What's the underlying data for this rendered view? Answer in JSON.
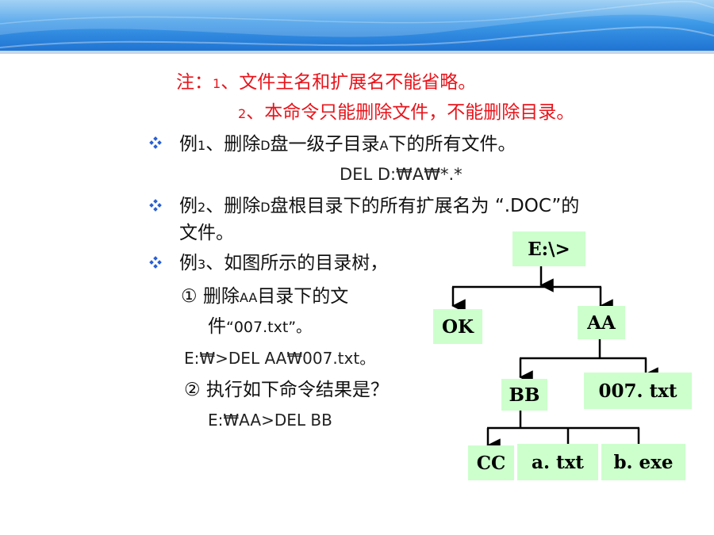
{
  "note": {
    "label": "注：",
    "line1_num": "1",
    "line1_text": "、文件主名和扩展名不能省略。",
    "line2_num": "2",
    "line2_text": "、本命令只能删除文件，不能删除目录。"
  },
  "ex1": {
    "pre": "例",
    "num": "1",
    "t1": "、删除",
    "drive": "D",
    "t2": "盘一级子目录",
    "dir": "A",
    "t3": "下的所有文件。",
    "cmd": "DEL D:₩A₩*.*"
  },
  "ex2": {
    "pre": "例",
    "num": "2",
    "t1": "、删除",
    "drive": "D",
    "t2": "盘根目录下的所有扩展名为 “.DOC”的",
    "t3": "文件。"
  },
  "ex3": {
    "pre": "例",
    "num": "3",
    "t1": "、如图所示的目录树，",
    "q1_a": "① 删除",
    "q1_dir": "AA",
    "q1_b": "目录下的文",
    "q1_c": "件",
    "q1_d": "“007.txt”。",
    "cmd1": "E:₩>DEL   AA₩007.txt。",
    "q2": "② 执行如下命令结果是？",
    "cmd2": "E:₩AA>DEL  BB"
  },
  "tree": {
    "root": "E:\\>",
    "ok": "OK",
    "aa": "AA",
    "bb": "BB",
    "f007": "007. txt",
    "cc": "CC",
    "atxt": "a. txt",
    "bexe": "b. exe"
  },
  "colors": {
    "note_red": "#e8141b",
    "node_green": "#ccffcc",
    "bullet_blue": "#2a5fd1"
  }
}
